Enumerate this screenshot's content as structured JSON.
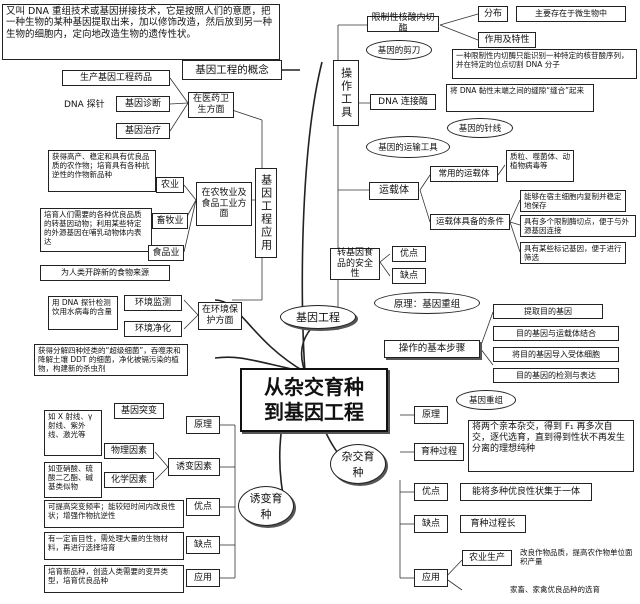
{
  "center": {
    "line1": "从杂交育种",
    "line2": "到基因工程"
  },
  "ge": {
    "title": "基因工程",
    "concept_text": "又叫 DNA 重组技术或基因拼接技术，它是按照人们的意愿，把一种生物的某种基因提取出来，加以修饰改造，然后放到另一种生物的细胞内，定向地改造生物的遗传性状。",
    "concept_label": "基因工程的概念",
    "tools": "操作工具",
    "enzyme": "限制性核酸内切酶",
    "dist": "分布",
    "dist_text": "主要存在于微生物中",
    "action": "作用及特性",
    "action_text": "一种限制性内切酶只能识别一种特定的核苷酸序列，并在特定的位点切割 DNA 分子",
    "scissors": "基因的剪刀",
    "ligase": "DNA 连接酶",
    "ligase_text": "将 DNA 黏性末端之间的缝隙“缝合”起来",
    "needle": "基因的针线",
    "vehicle_oval": "基因的运输工具",
    "vector": "运载体",
    "common": "常用的运载体",
    "common_text": "质粒、噬菌体、动植物病毒等",
    "cond": "运载体具备的条件",
    "cond1": "能够在宿主细胞内复制并稳定地保存",
    "cond2": "具有多个限制酶切点，便于与外源基因连接",
    "cond3": "具有某些标记基因，便于进行筛选",
    "app": "基因工程应用",
    "med": "在医药卫生方面",
    "drug": "生产基因工程药品",
    "probe": "DNA 探针",
    "diag": "基因诊断",
    "therapy": "基因治疗",
    "agri": "在农牧业及食品工业方面",
    "farm": "农业",
    "farm_text": "获得高产、稳定和具有优良品质的农作物；培育具有各种抗逆性的作物新品种",
    "animal": "畜牧业",
    "animal_text": "培育人们需要的各种优良品质的转基因动物；利用某些特定的外源基因在哺乳动物体内表达",
    "food": "食品业",
    "food_text": "为人类开辟新的食物来源",
    "env": "在环境保护方面",
    "monitor": "环境监测",
    "monitor_text": "用 DNA 探针检测饮用水病毒的含量",
    "clean": "环境净化",
    "clean_text": "获得分解四种烃类的“超级细菌”，吞噬汞和降解土壤 DDT 的细菌，净化被镉污染的植物，构建新的杀虫剂",
    "safety": "转基因食品的安全性",
    "pros": "优点",
    "cons": "缺点",
    "principle": "原理：基因重组",
    "steps": "操作的基本步骤",
    "step1": "提取目的基因",
    "step2": "目的基因与运载体结合",
    "step3": "将目的基因导入受体细胞",
    "step4": "目的基因的检测与表达"
  },
  "cross": {
    "title": "杂交育种",
    "principle": "原理",
    "principle_val": "基因重组",
    "process": "育种过程",
    "process_text": "将两个亲本杂交，得到 F₁ 再多次自交，逐代选育，直到得到性状不再发生分离的理想纯种",
    "pros": "优点",
    "pros_text": "能将多种优良性状集于一体",
    "cons": "缺点",
    "cons_text": "育种过程长",
    "app": "应用",
    "agri": "农业生产",
    "agri_text": "改良作物品质，提高农作物单位面积产量",
    "animal_text": "家畜、家禽优良品种的选育"
  },
  "mut": {
    "title": "诱变育种",
    "principle": "原理",
    "mutation": "基因突变",
    "factors": "诱变因素",
    "physical": "物理因素",
    "physical_text": "如 X 射线、γ 射线、紫外线、激光等",
    "chemical": "化学因素",
    "chemical_text": "如亚硝酸、硫酸二乙酯、碱基类似物",
    "pros": "优点",
    "pros_text": "可提高突变频率；能较短时间内改良性状；增强作物抗逆性",
    "cons": "缺点",
    "cons_text": "有一定盲目性，需处理大量的生物材料，再进行选择培育",
    "app": "应用",
    "app_text": "培育新品种，创造人类需要的变异类型，培育优良品种"
  }
}
